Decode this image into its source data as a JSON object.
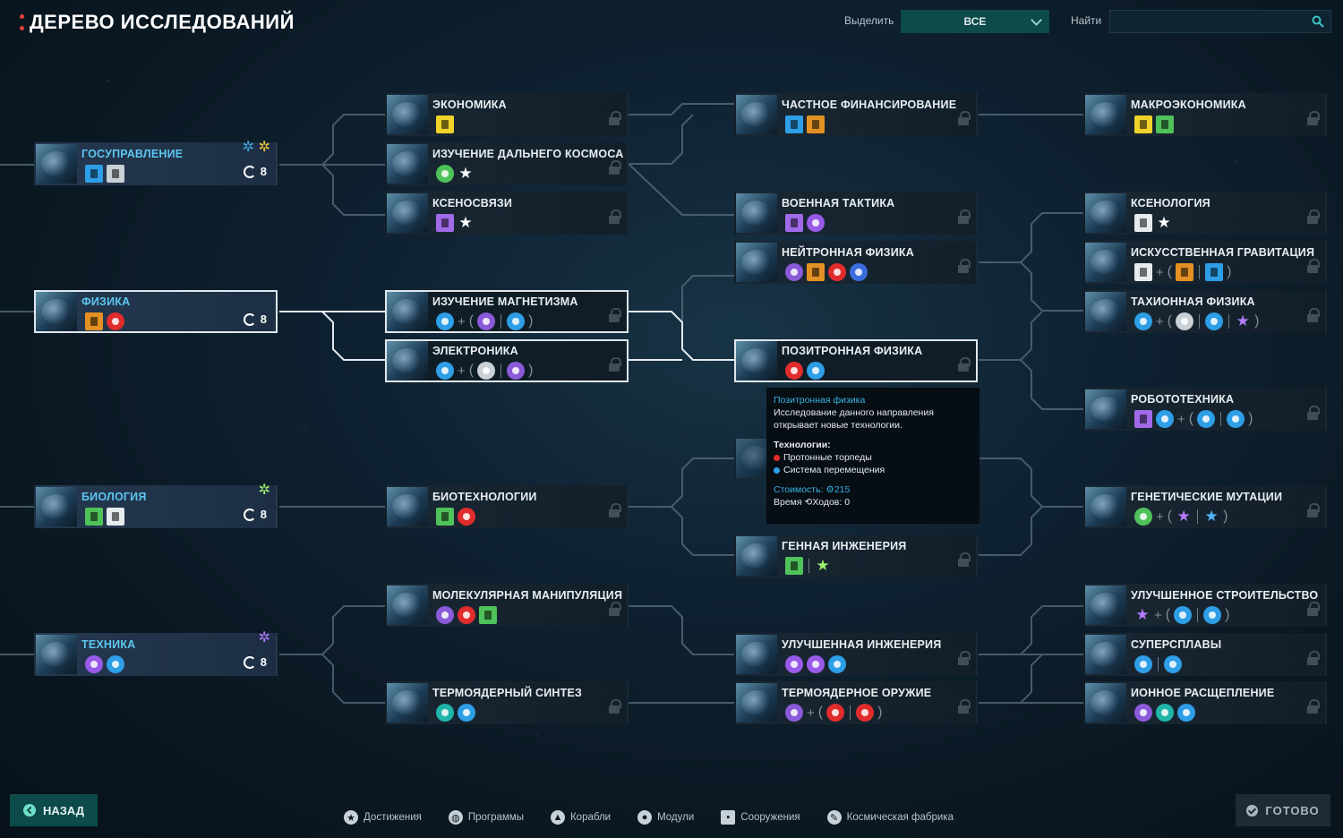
{
  "header": {
    "title": "ДЕРЕВО ИССЛЕДОВАНИЙ",
    "highlight_label": "Выделить",
    "highlight_value": "ВСЕ",
    "find_label": "Найти",
    "search_value": ""
  },
  "colors": {
    "accent": "#0d4a4a",
    "root_name": "#5cc6ef",
    "tooltip_title": "#39b3e3"
  },
  "roots": [
    {
      "name": "ГОСУПРАВЛЕНИЕ",
      "turns": "8",
      "icons": [
        "building-blue",
        "building-gray"
      ]
    },
    {
      "name": "ФИЗИКА",
      "turns": "8",
      "icons": [
        "building-orange",
        "module-red"
      ]
    },
    {
      "name": "БИОЛОГИЯ",
      "turns": "8",
      "icons": [
        "building-green",
        "building-white"
      ]
    },
    {
      "name": "ТЕХНИКА",
      "turns": "8",
      "icons": [
        "ship-purple",
        "ship-blue"
      ]
    }
  ],
  "techs": [
    {
      "name": "ЭКОНОМИКА"
    },
    {
      "name": "ИЗУЧЕНИЕ ДАЛЬНЕГО КОСМОСА"
    },
    {
      "name": "КСЕНОСВЯЗИ"
    },
    {
      "name": "ИЗУЧЕНИЕ МАГНЕТИЗМА"
    },
    {
      "name": "ЭЛЕКТРОНИКА"
    },
    {
      "name": "БИОТЕХНОЛОГИИ"
    },
    {
      "name": "МОЛЕКУЛЯРНАЯ МАНИПУЛЯЦИЯ"
    },
    {
      "name": "ТЕРМОЯДЕРНЫЙ СИНТЕЗ"
    },
    {
      "name": "ЧАСТНОЕ ФИНАНСИРОВАНИЕ"
    },
    {
      "name": "ВОЕННАЯ ТАКТИКА"
    },
    {
      "name": "НЕЙТРОННАЯ ФИЗИКА"
    },
    {
      "name": "ПОЗИТРОННАЯ ФИЗИКА"
    },
    {
      "name": "ГЕННАЯ ИНЖЕНЕРИЯ"
    },
    {
      "name": "УЛУЧШЕННАЯ ИНЖЕНЕРИЯ"
    },
    {
      "name": "ТЕРМОЯДЕРНОЕ ОРУЖИЕ"
    },
    {
      "name": "МАКРОЭКОНОМИКА"
    },
    {
      "name": "КСЕНОЛОГИЯ"
    },
    {
      "name": "ИСКУССТВЕННАЯ ГРАВИТАЦИЯ"
    },
    {
      "name": "ТАХИОННАЯ ФИЗИКА"
    },
    {
      "name": "РОБОТОТЕХНИКА"
    },
    {
      "name": "ГЕНЕТИЧЕСКИЕ МУТАЦИИ"
    },
    {
      "name": "УЛУЧШЕННОЕ СТРОИТЕЛЬСТВО"
    },
    {
      "name": "СУПЕРСПЛАВЫ"
    },
    {
      "name": "ИОННОЕ РАСЩЕПЛЕНИЕ"
    }
  ],
  "tooltip": {
    "title": "Позитронная физика",
    "description": "Исследование данного направления открывает новые технологии.",
    "tech_header": "Технологии:",
    "items": [
      "Протонные торпеды",
      "Система перемещения"
    ],
    "cost_label": "Стоимость:",
    "cost_value": "215",
    "time_label": "Время",
    "time_value": "Ходов: 0"
  },
  "footer": {
    "back": "НАЗАД",
    "done": "ГОТОВО",
    "legend": [
      "Достижения",
      "Программы",
      "Корабли",
      "Модули",
      "Сооружения",
      "Космическая фабрика"
    ]
  }
}
